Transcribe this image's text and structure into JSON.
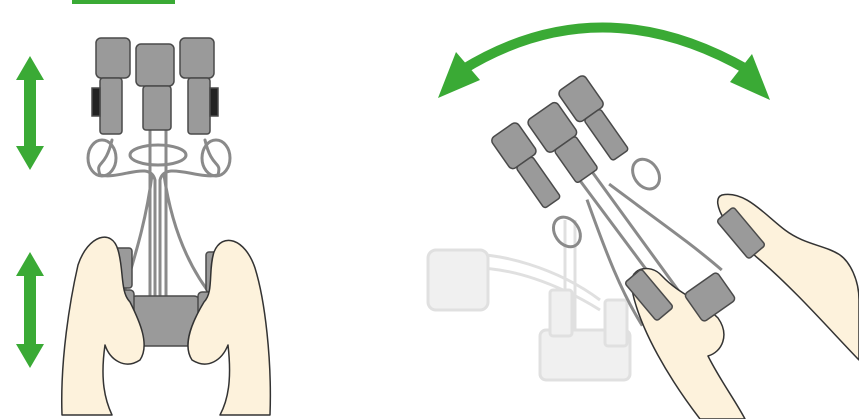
{
  "diagram": {
    "accent_color": "#3aaa35",
    "harness_color": "#8a8a8a",
    "ghost_color": "#d6d6d6",
    "skin_color": "#fdf2dc",
    "panels": [
      {
        "id": "left",
        "motion": "vertical-shake",
        "icons": [
          "double-arrow-vertical",
          "double-arrow-vertical"
        ]
      },
      {
        "id": "right",
        "motion": "side-to-side-swing",
        "icons": [
          "curved-double-arrow"
        ]
      }
    ]
  }
}
